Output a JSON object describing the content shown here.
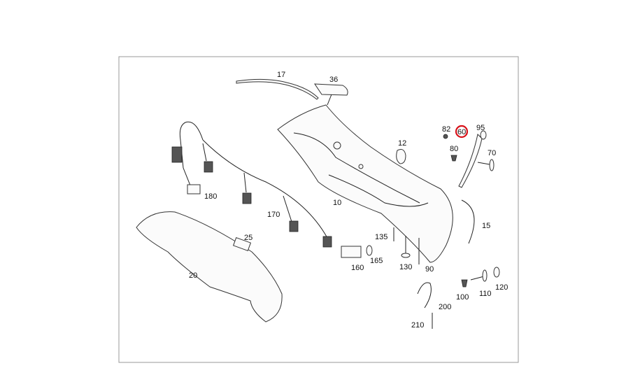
{
  "diagram": {
    "highlight_color": "#d8121a",
    "highlighted_part": "60",
    "labels": {
      "p17": "17",
      "p36": "36",
      "p82": "82",
      "p60": "60",
      "p95": "95",
      "p12": "12",
      "p80": "80",
      "p70": "70",
      "p180": "180",
      "p10": "10",
      "p170": "170",
      "p15": "15",
      "p25": "25",
      "p135": "135",
      "p165": "165",
      "p160": "160",
      "p130": "130",
      "p90": "90",
      "p20": "20",
      "p100": "100",
      "p110": "110",
      "p120": "120",
      "p200": "200",
      "p210": "210"
    }
  }
}
